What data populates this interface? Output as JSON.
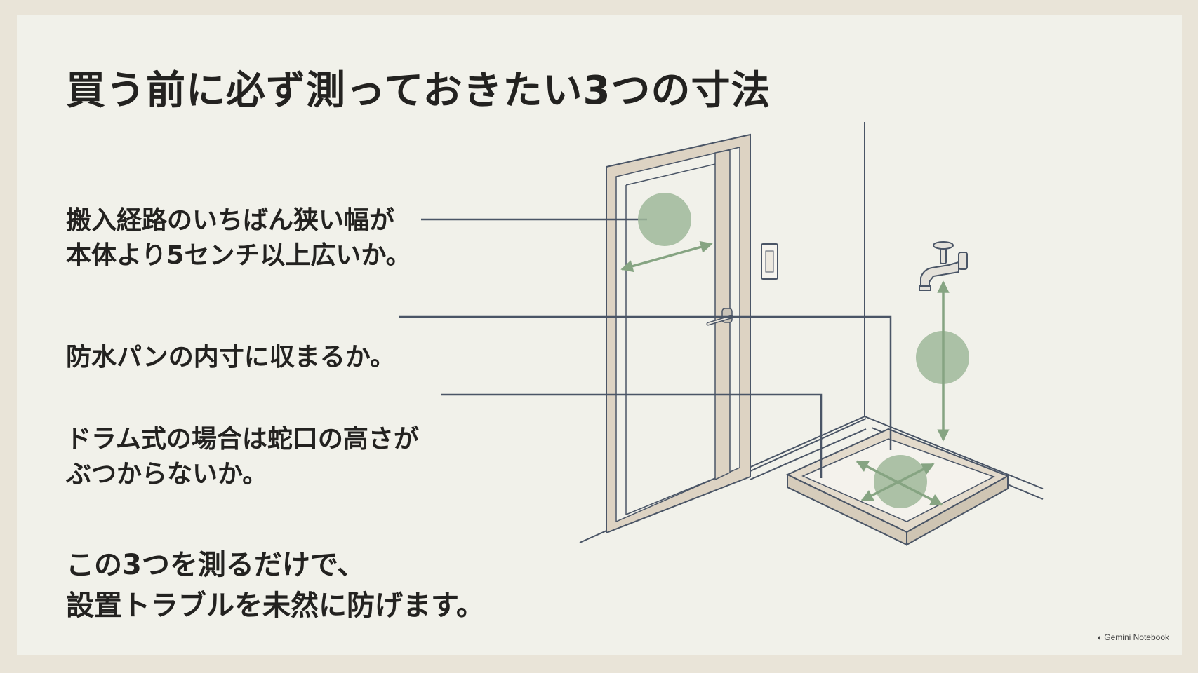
{
  "title": "買う前に必ず測っておきたい3つの寸法",
  "points": [
    {
      "lines": [
        "搬入経路のいちばん狭い幅が",
        "本体より5センチ以上広いか。"
      ]
    },
    {
      "lines": [
        "防水パンの内寸に収まるか。"
      ]
    },
    {
      "lines": [
        "ドラム式の場合は蛇口の高さが",
        "ぶつからないか。"
      ]
    }
  ],
  "summary": {
    "lines": [
      "この3つを測るだけで、",
      "設置トラブルを未然に防げます。"
    ]
  },
  "branding": {
    "icon": "gemini-notebook-icon",
    "label": "Gemini Notebook"
  },
  "colors": {
    "accent_green": "#9fb89a",
    "arrow_green": "#86a482",
    "line_blue": "#4a5566",
    "frame": "#ddd3c3"
  }
}
